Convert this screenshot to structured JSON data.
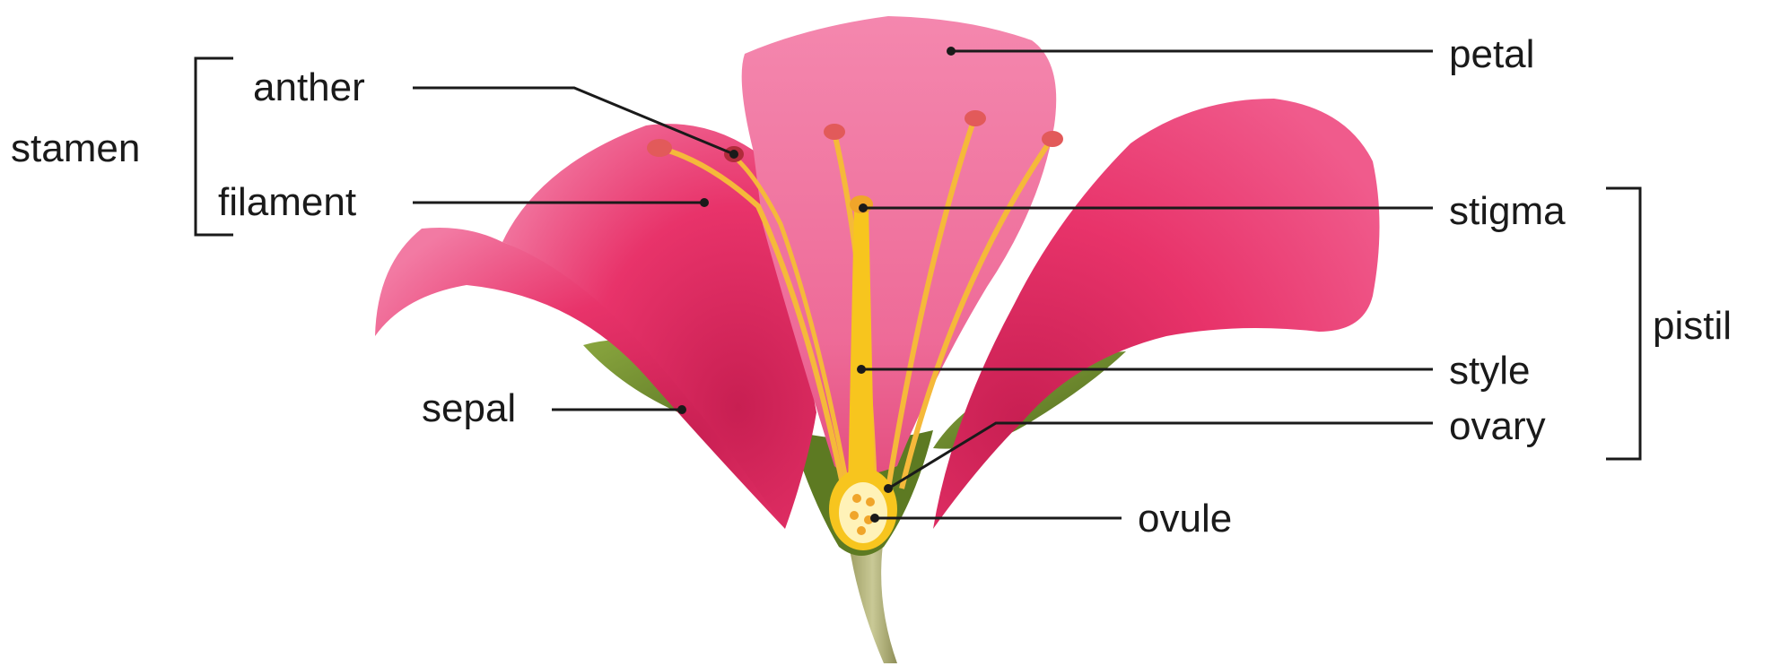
{
  "labels": {
    "stamen": "stamen",
    "anther": "anther",
    "filament": "filament",
    "sepal": "sepal",
    "petal": "petal",
    "stigma": "stigma",
    "pistil": "pistil",
    "style": "style",
    "ovary": "ovary",
    "ovule": "ovule"
  },
  "colors": {
    "petal_center": "#f27aa3",
    "petal_main": "#e8336a",
    "petal_dark": "#c81f52",
    "sepal": "#6f8b2c",
    "sepal_dark": "#4f6a1c",
    "stalk": "#b7b77e",
    "filament": "#f5b93a",
    "pistil": "#f7c51e",
    "anther_tip": "#d84848"
  }
}
